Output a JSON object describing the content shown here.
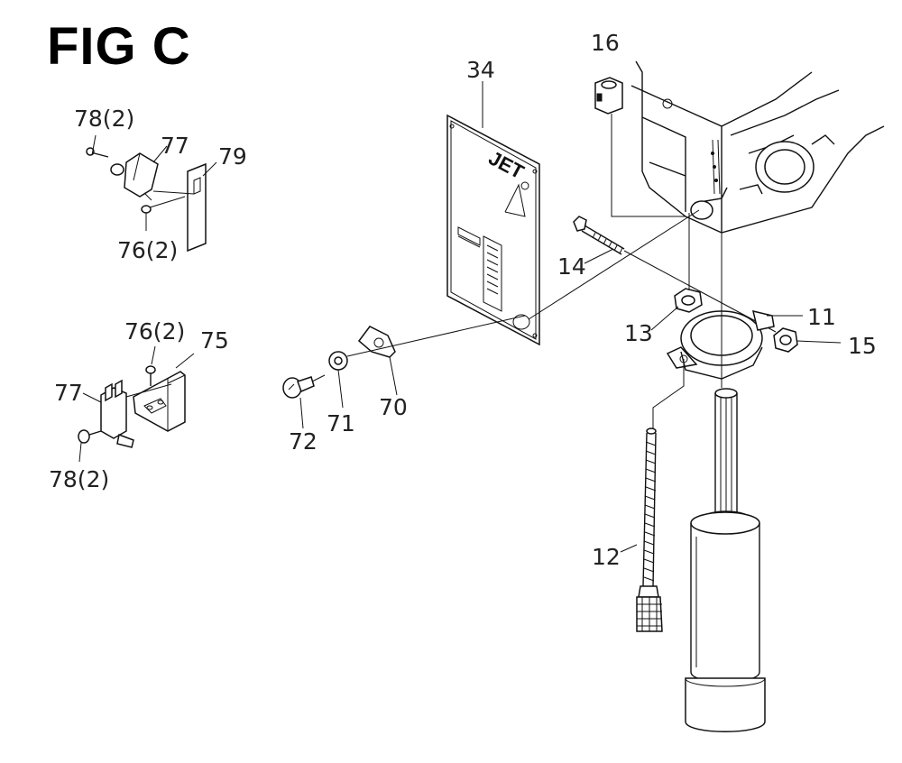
{
  "figure": {
    "title": "FIG C",
    "brand_text": "JET"
  },
  "callouts": {
    "p16": "16",
    "p34": "34",
    "p78a": "78(2)",
    "p77a": "77",
    "p79": "79",
    "p76a": "76(2)",
    "p14": "14",
    "p13": "13",
    "p11": "11",
    "p15": "15",
    "p76b": "76(2)",
    "p75": "75",
    "p77b": "77",
    "p78b": "78(2)",
    "p72": "72",
    "p71": "71",
    "p70": "70",
    "p12": "12"
  },
  "colors": {
    "line": "#111111",
    "background": "#ffffff"
  }
}
